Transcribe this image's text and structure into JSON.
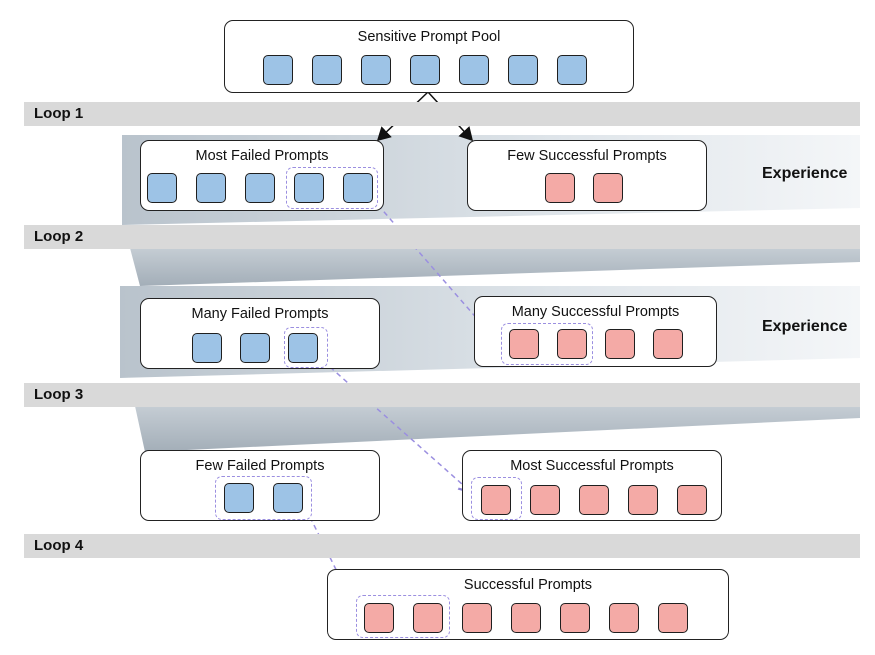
{
  "loops": [
    "Loop 1",
    "Loop 2",
    "Loop 3",
    "Loop 4"
  ],
  "experience_label": "Experience",
  "pool": {
    "title": "Sensitive Prompt Pool",
    "count": 7
  },
  "stage1": {
    "failed": {
      "title": "Most Failed Prompts",
      "count": 5
    },
    "success": {
      "title": "Few Successful Prompts",
      "count": 2
    }
  },
  "stage2": {
    "failed": {
      "title": "Many Failed Prompts",
      "count": 3
    },
    "success": {
      "title": "Many Successful Prompts",
      "count": 4
    }
  },
  "stage3": {
    "failed": {
      "title": "Few Failed Prompts",
      "count": 2
    },
    "success": {
      "title": "Most Successful Prompts",
      "count": 5
    }
  },
  "stage4": {
    "success": {
      "title": "Successful Prompts",
      "count": 7
    }
  },
  "colors": {
    "failed": "#9dc3e6",
    "success": "#f4aaa6",
    "band": "#d9d9d9",
    "arrow": "#9b8fe0",
    "funnel": "#a8b3bd"
  }
}
